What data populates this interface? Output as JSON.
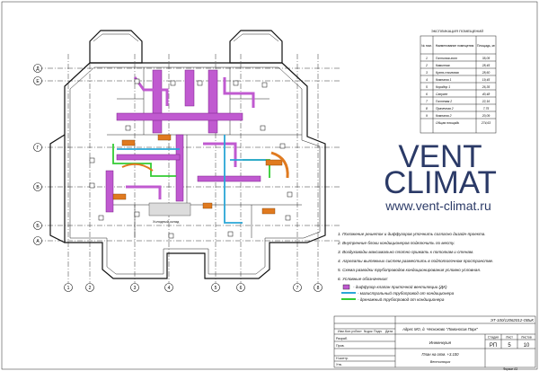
{
  "brand": {
    "line1": "VENT",
    "line2": "CLIMAT",
    "url": "www.vent-climat.ru",
    "color_navy": "#2b3a67"
  },
  "axes": {
    "letters": [
      "Д",
      "Е",
      "Г",
      "В",
      "Б",
      "А"
    ],
    "numbers": [
      "1",
      "2",
      "3",
      "4",
      "5",
      "6",
      "7",
      "8"
    ]
  },
  "explication": {
    "title": "ЭКСПЛИКАЦИЯ ПОМЕЩЕНИЙ",
    "headers": [
      "№ пом.",
      "Наименование помещения",
      "Площадь, м²"
    ],
    "rows": [
      [
        "1",
        "Гостиная-холл",
        "35,05"
      ],
      [
        "2",
        "Каминная",
        "28,45"
      ],
      [
        "3",
        "Кухня-столовая",
        "28,60"
      ],
      [
        "4",
        "Комната 1",
        "19,45"
      ],
      [
        "5",
        "Коридор 1",
        "26,35"
      ],
      [
        "6",
        "Санузел",
        "40,48"
      ],
      [
        "7",
        "Гостевая 2",
        "22,16"
      ],
      [
        "8",
        "Прачечная 2",
        "7,75"
      ],
      [
        "9",
        "Комната 2",
        "20,09"
      ]
    ],
    "total_label": "Общая площадь",
    "total_value": "274,63"
  },
  "notes": [
    "1. Положение решеток и диффузоров уточнить согласно дизайн-проекта.",
    "2. Внутренние блоки кондиционеров подключить по месту.",
    "3. Воздуховоды максимально плотно прижать к потолкам и стенам.",
    "4. Агрегаты вытяжных систем разместить в подпотолочном пространстве.",
    "5. Схема разводки трубопроводов кондиционирования условно условная.",
    "6. Условные обозначения:"
  ],
  "legend": [
    {
      "label": "- диффузор-клапан приточной вентиляции (ДК)",
      "color": "#c05ad0"
    },
    {
      "label": "- магистральный трубопровод от кондиционера",
      "color": "#2aa6d6"
    },
    {
      "label": "- дренажный трубопровод от кондиционера",
      "color": "#33cc33"
    }
  ],
  "plan_label": "Холодный склад",
  "title_block": {
    "code": "ЭТ-100/12062012-ОВиК",
    "address": "Адрес МО, д. Чесноково \"Ломоносов Парк\"",
    "project_type": "Инженерия",
    "sheet_title": "План на отм. +3.100",
    "sheet_subtitle": "Вентиляция",
    "stage_header": "Стадия",
    "sheet_header": "Лист",
    "sheets_header": "Листов",
    "stage": "РП",
    "sheet": "5",
    "sheets": "10",
    "row_labels": [
      "Изм.",
      "Кол.уч",
      "Лист",
      "№док",
      "Подп.",
      "Дата"
    ],
    "roles": [
      "Разраб.",
      "Пров.",
      "Н.контр.",
      "Утв."
    ],
    "format": "Формат А3"
  }
}
